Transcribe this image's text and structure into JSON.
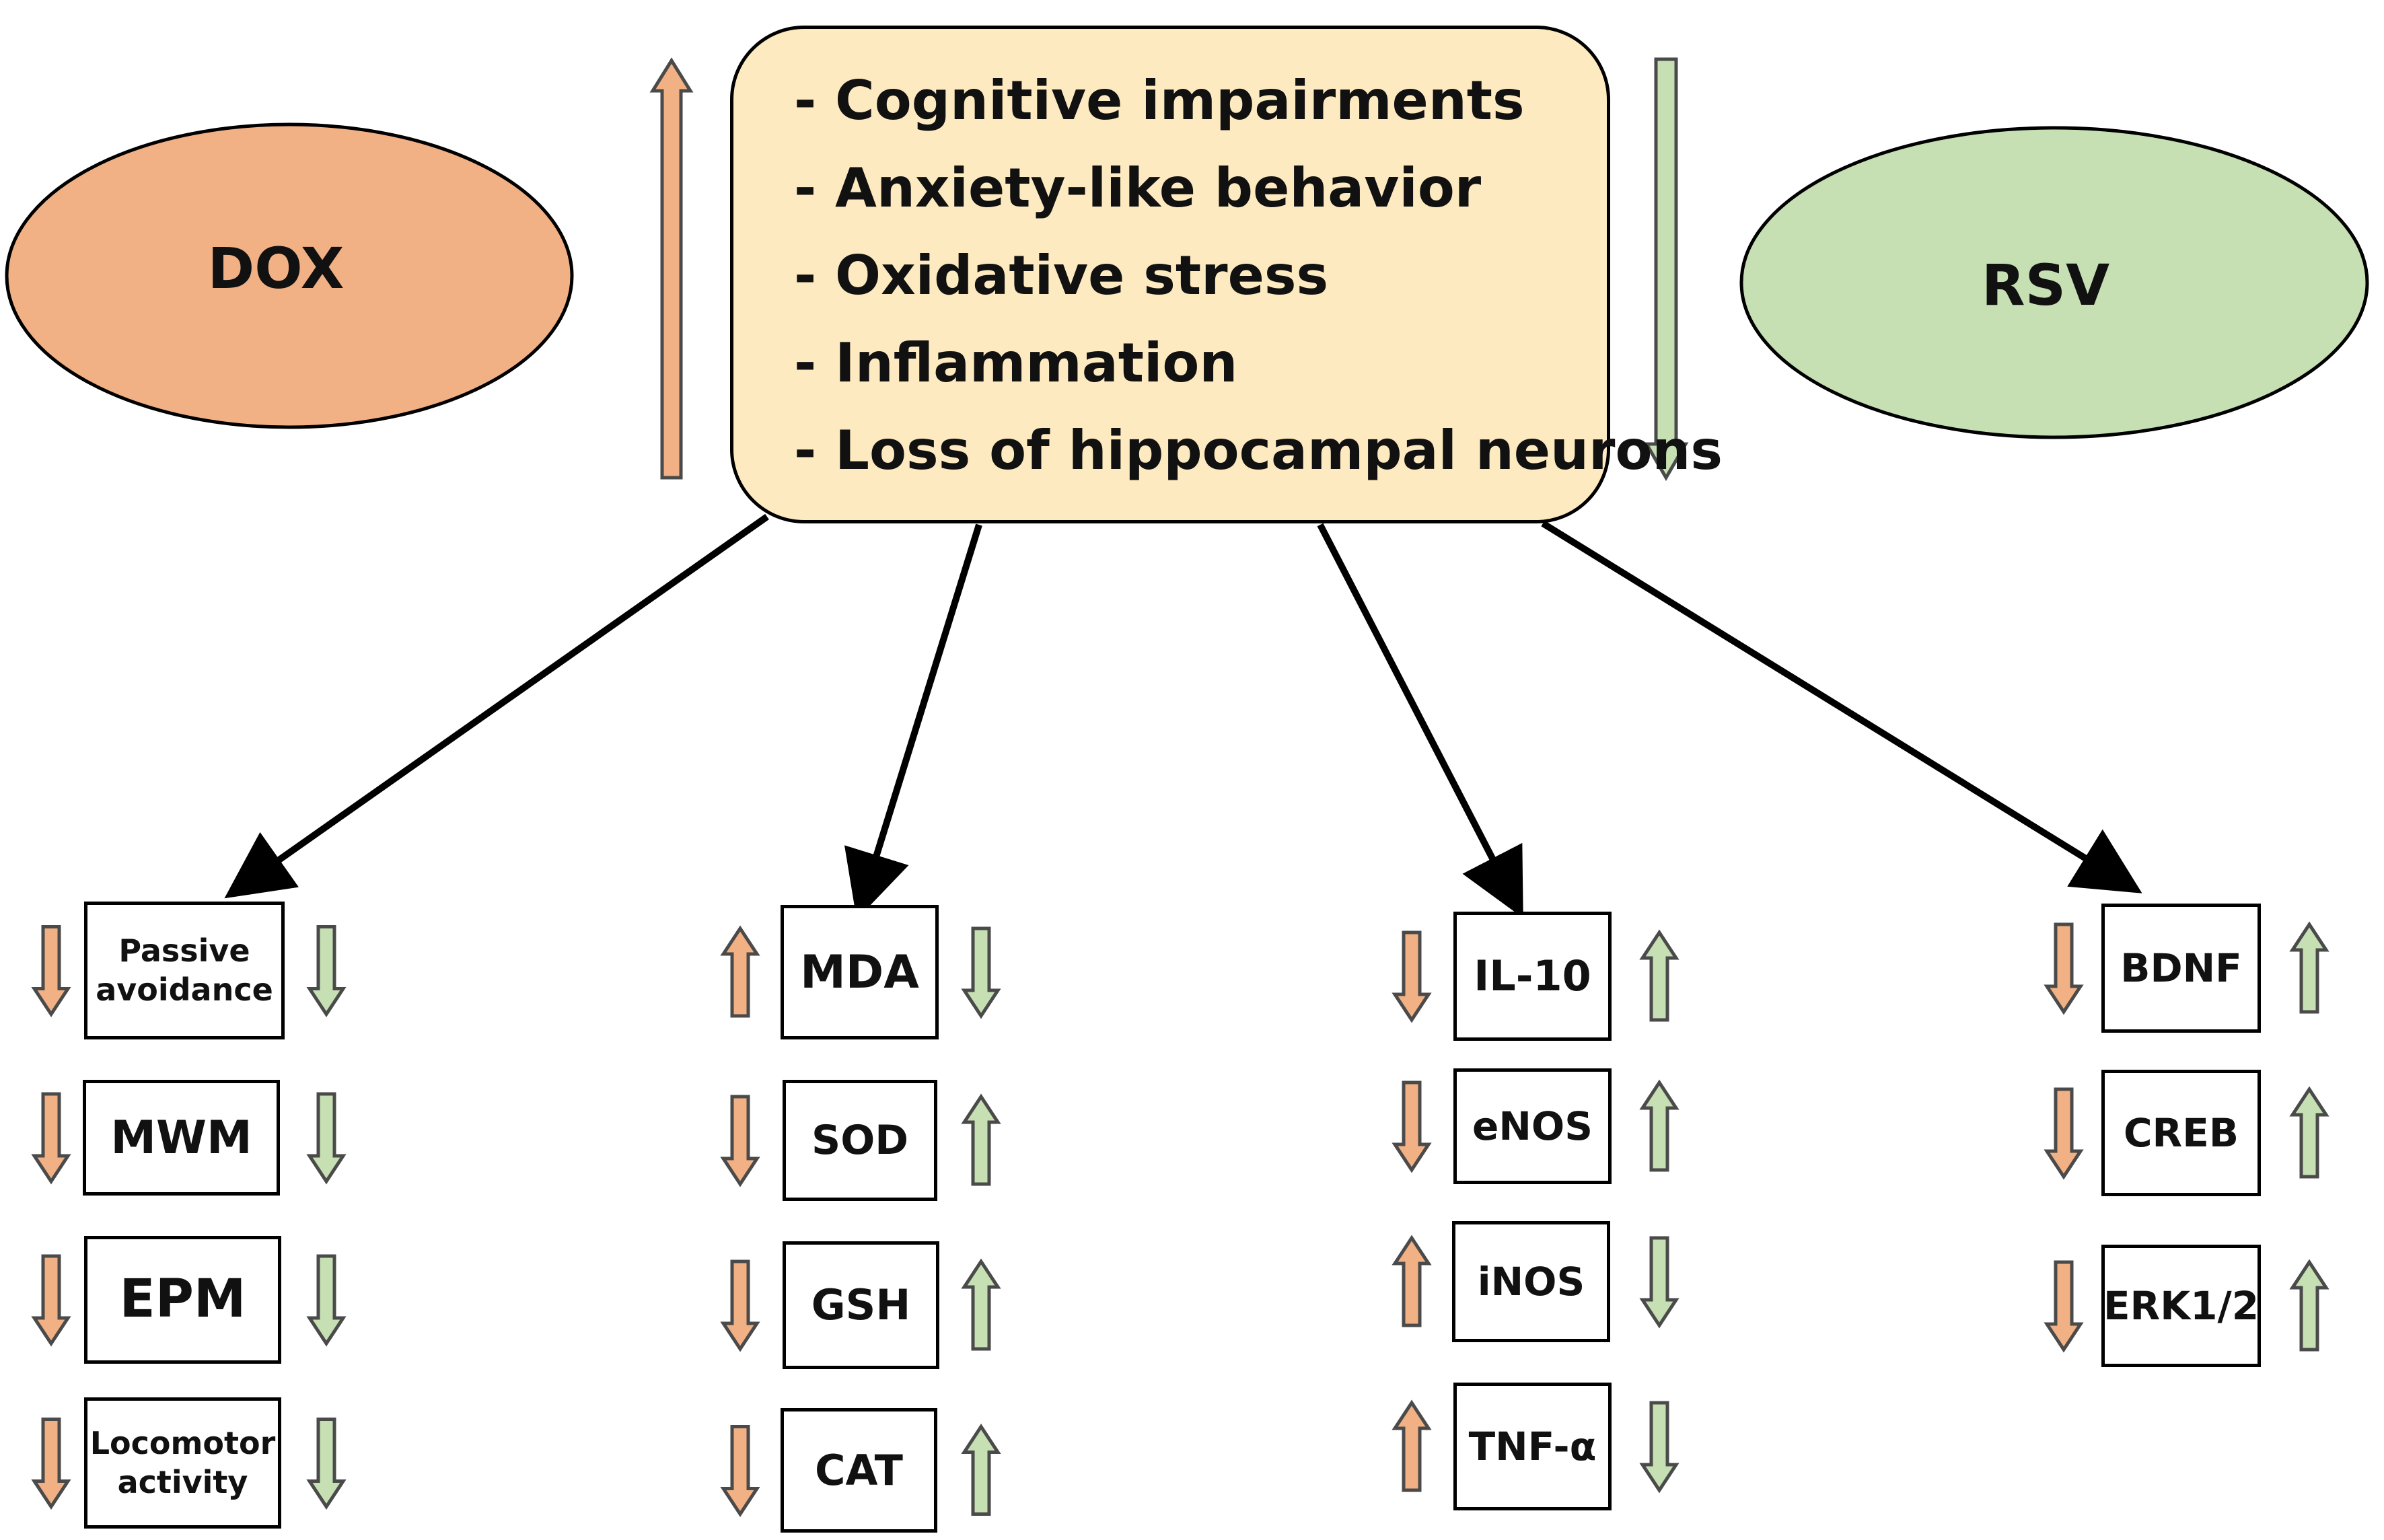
{
  "drugs": {
    "left": {
      "label": "DOX",
      "color": "#f2b184"
    },
    "right": {
      "label": "RSV",
      "color": "#c6e0b4"
    }
  },
  "central_effects": {
    "box_color": "#fdeac0",
    "items": [
      "- Cognitive impairments",
      "- Anxiety-like behavior",
      "- Oxidative stress",
      "- Inflammation",
      "- Loss of hippocampal neurons"
    ],
    "dox_direction": "up",
    "rsv_direction": "down"
  },
  "arrow_colors": {
    "dox": "#f2b184",
    "rsv": "#c6e0b4",
    "outline": "#4a4a4a"
  },
  "groups": [
    {
      "markers": [
        {
          "label": "Passive avoidance",
          "dox": "down",
          "rsv": "down"
        },
        {
          "label": "MWM",
          "dox": "down",
          "rsv": "down"
        },
        {
          "label": "EPM",
          "dox": "down",
          "rsv": "down"
        },
        {
          "label": "Locomotor activity",
          "dox": "down",
          "rsv": "down"
        }
      ]
    },
    {
      "markers": [
        {
          "label": "MDA",
          "dox": "up",
          "rsv": "down"
        },
        {
          "label": "SOD",
          "dox": "down",
          "rsv": "up"
        },
        {
          "label": "GSH",
          "dox": "down",
          "rsv": "up"
        },
        {
          "label": "CAT",
          "dox": "down",
          "rsv": "up"
        }
      ]
    },
    {
      "markers": [
        {
          "label": "IL-10",
          "dox": "down",
          "rsv": "up"
        },
        {
          "label": "eNOS",
          "dox": "down",
          "rsv": "up"
        },
        {
          "label": "iNOS",
          "dox": "up",
          "rsv": "down"
        },
        {
          "label": "TNF-α",
          "dox": "up",
          "rsv": "down"
        }
      ]
    },
    {
      "markers": [
        {
          "label": "BDNF",
          "dox": "down",
          "rsv": "up"
        },
        {
          "label": "CREB",
          "dox": "down",
          "rsv": "up"
        },
        {
          "label": "ERK1/2",
          "dox": "down",
          "rsv": "up"
        }
      ]
    }
  ]
}
